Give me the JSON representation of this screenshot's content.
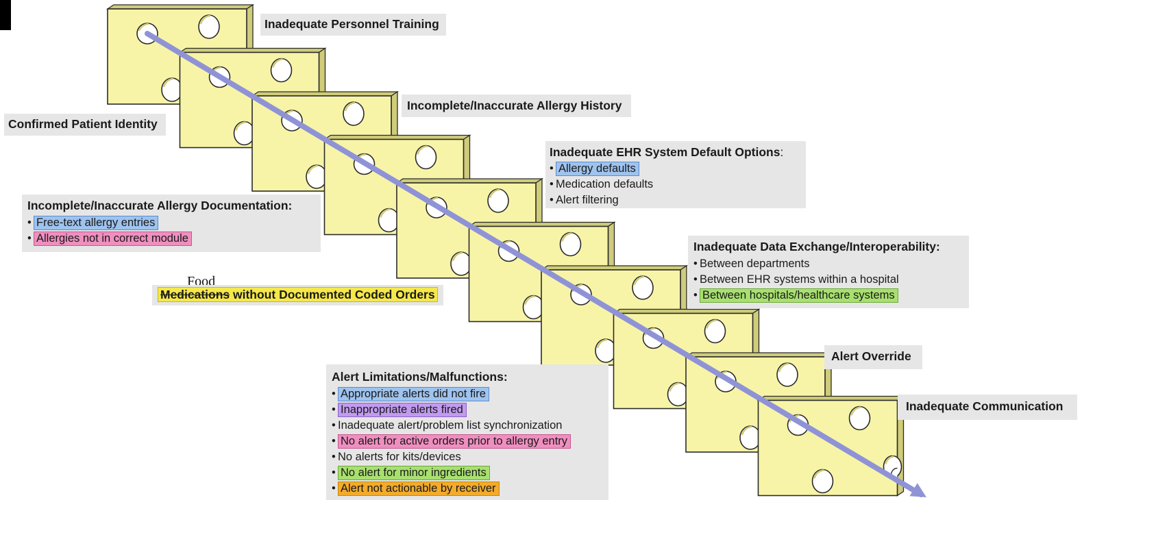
{
  "slices": [
    {
      "id": 1
    },
    {
      "id": 2
    },
    {
      "id": 3
    },
    {
      "id": 4
    },
    {
      "id": 5
    },
    {
      "id": 6
    },
    {
      "id": 7
    },
    {
      "id": 8
    },
    {
      "id": 9
    },
    {
      "id": 10
    }
  ],
  "colors": {
    "slice_fill": "#f7f4a8",
    "slice_side": "#cfcc7a",
    "slice_stroke": "#2a2a2a",
    "arrow": "#8f93d6",
    "label_bg": "#e6e6e6",
    "highlight_blue": "#9ec3ee",
    "highlight_pink": "#ef8fbf",
    "highlight_purple": "#c19af0",
    "highlight_green": "#a8e070",
    "highlight_orange": "#f2ab2b",
    "highlight_yellow": "#f5e84a"
  },
  "labels": {
    "personnel_training": "Inadequate Personnel Training",
    "patient_identity": "Confirmed Patient Identity",
    "allergy_history": "Incomplete/Inaccurate Allergy History",
    "ehr_defaults": {
      "title": "Inadequate EHR  System Default Options",
      "colon": ":",
      "items": [
        "Allergy defaults",
        "Medication defaults",
        "Alert filtering"
      ]
    },
    "allergy_documentation": {
      "title": "Incomplete/Inaccurate Allergy Documentation:",
      "items": [
        "Free-text allergy entries",
        "Allergies not in correct module"
      ]
    },
    "food_annotation": "Food",
    "coded_orders": {
      "struck_word": "Medications",
      "rest": " without Documented Coded Orders"
    },
    "data_exchange": {
      "title": "Inadequate Data Exchange/Interoperability:",
      "items": [
        "Between departments",
        "Between EHR systems within a hospital",
        "Between hospitals/healthcare systems"
      ]
    },
    "alert_override": "Alert Override",
    "alert_limitations": {
      "title": "Alert Limitations/Malfunctions:",
      "items": [
        "Appropriate alerts did not fire",
        "Inappropriate  alerts fired",
        "Inadequate  alert/problem  list synchronization",
        "No alert for active orders prior to allergy entry",
        "No alerts for kits/devices",
        "No alert for minor ingredients",
        "Alert not actionable by receiver"
      ]
    },
    "communication": "Inadequate Communication"
  }
}
